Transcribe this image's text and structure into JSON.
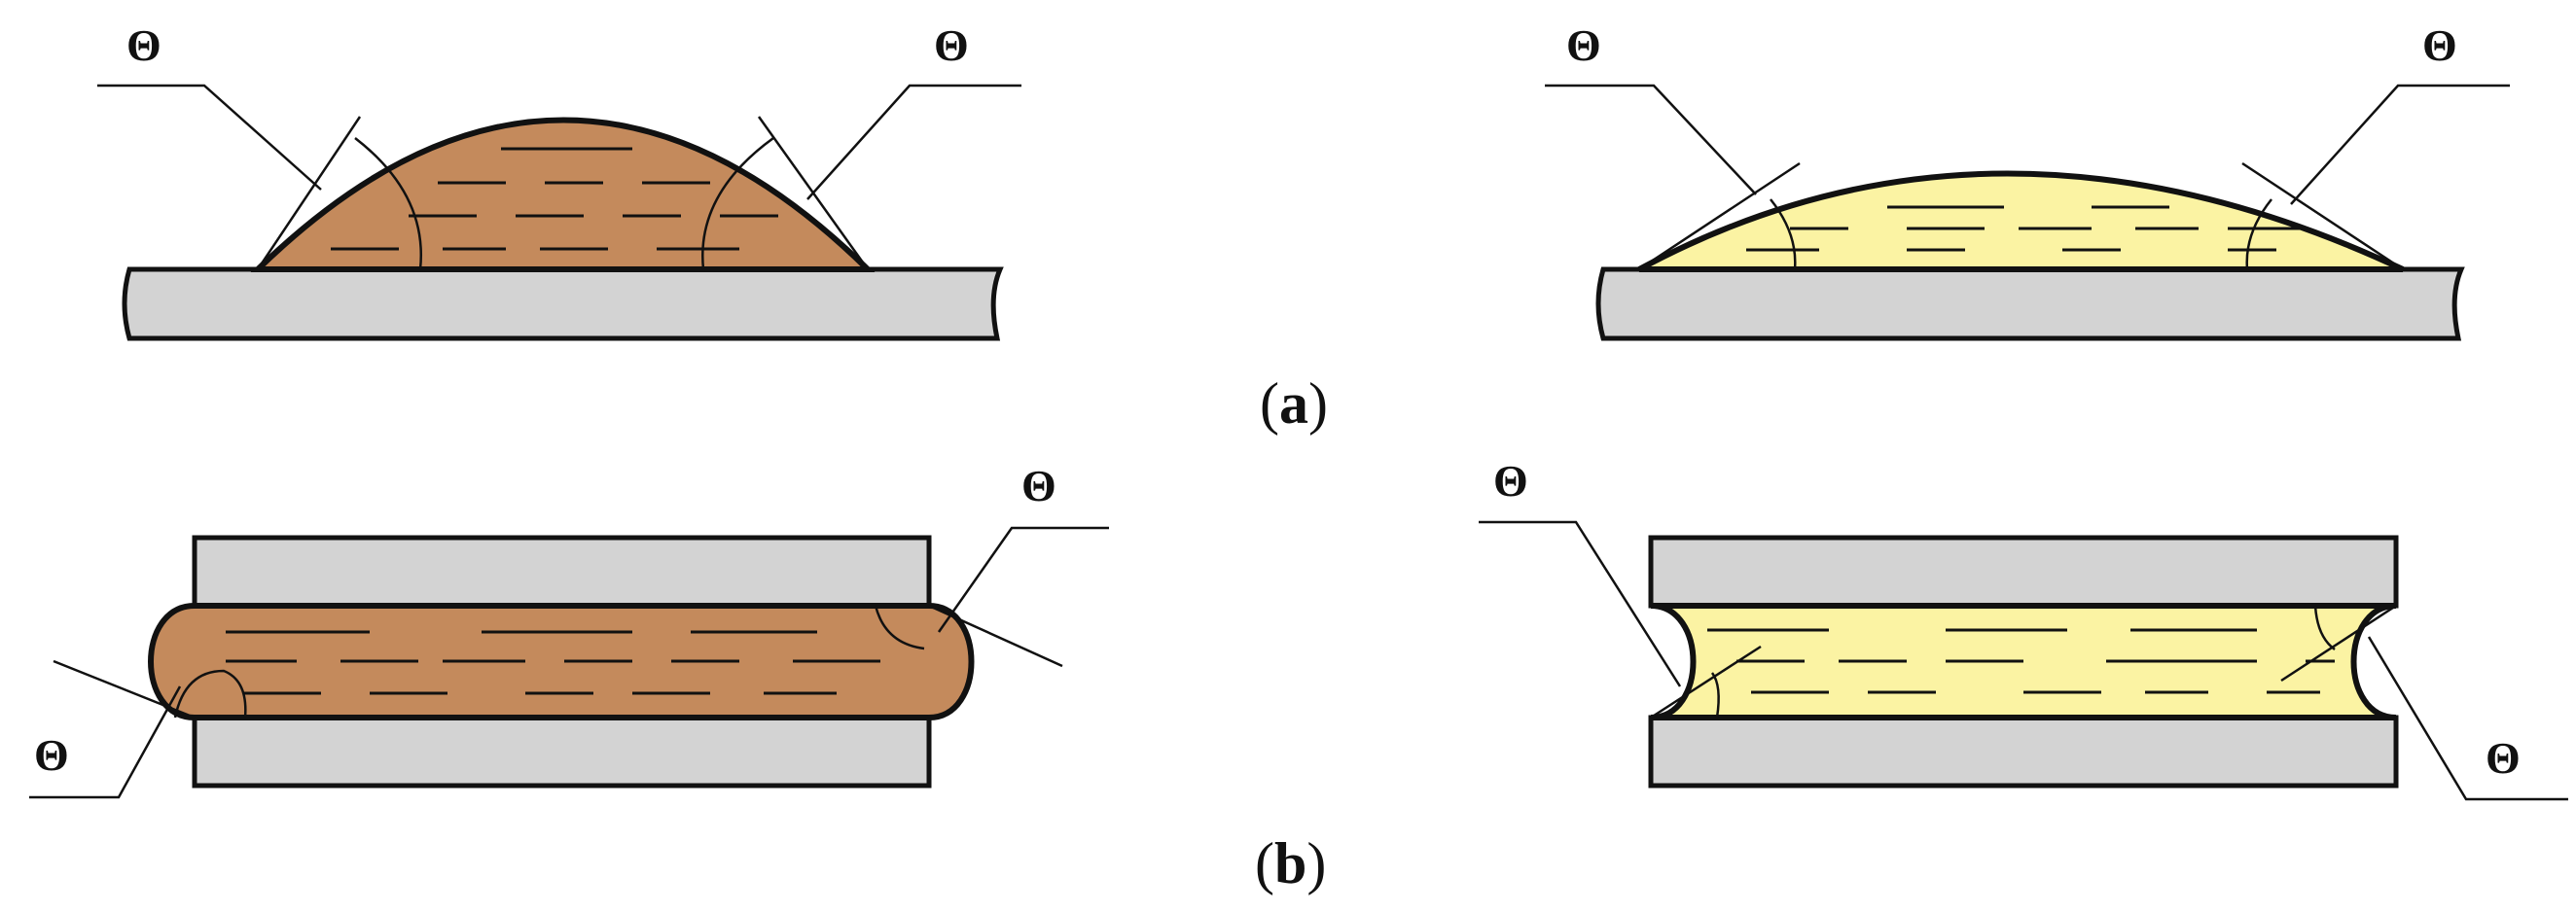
{
  "labels": {
    "angle_symbol": "Θ",
    "panel_a_letter": "a",
    "panel_b_letter": "b",
    "open_paren": "(",
    "close_paren": ")"
  },
  "colors": {
    "wetting_liquid": "#c48a5c",
    "nonwetting_liquid": "#fbf3a3",
    "solid_surface": "#d3d3d3",
    "outline": "#111111"
  }
}
